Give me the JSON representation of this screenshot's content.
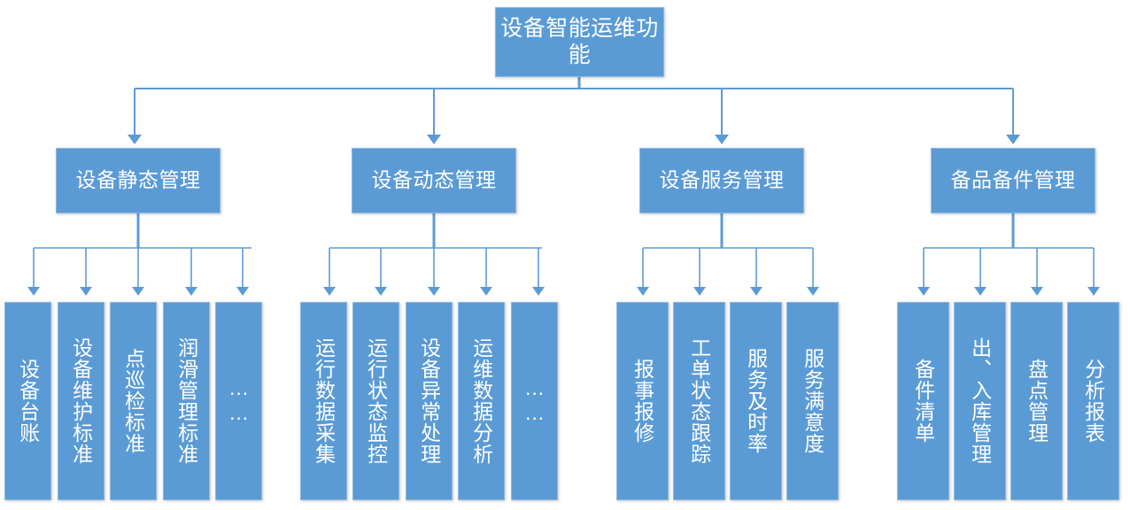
{
  "diagram": {
    "title": "设备智能运维功能",
    "accent_color": "#5b9bd5",
    "border_color": "#8eb9e0",
    "text_color": "#ffffff",
    "background_color": "#ffffff",
    "root": {
      "label": "设备智能运维功能"
    },
    "groups": [
      {
        "label": "设备静态管理",
        "children": [
          {
            "label": "设备台账"
          },
          {
            "label": "设备维护标准"
          },
          {
            "label": "点巡检标准"
          },
          {
            "label": "润滑管理标准"
          },
          {
            "label": "……"
          }
        ]
      },
      {
        "label": "设备动态管理",
        "children": [
          {
            "label": "运行数据采集"
          },
          {
            "label": "运行状态监控"
          },
          {
            "label": "设备异常处理"
          },
          {
            "label": "运维数据分析"
          },
          {
            "label": "……"
          }
        ]
      },
      {
        "label": "设备服务管理",
        "children": [
          {
            "label": "报事报修"
          },
          {
            "label": "工单状态跟踪"
          },
          {
            "label": "服务及时率"
          },
          {
            "label": "服务满意度"
          }
        ]
      },
      {
        "label": "备品备件管理",
        "children": [
          {
            "label": "备件清单"
          },
          {
            "label": "出、入库管理"
          },
          {
            "label": "盘点管理"
          },
          {
            "label": "分析报表"
          }
        ]
      }
    ]
  }
}
